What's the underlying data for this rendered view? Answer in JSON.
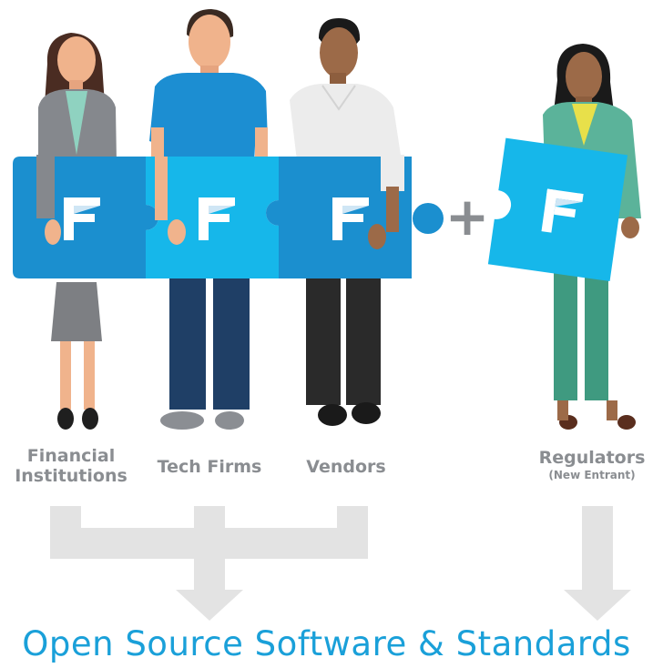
{
  "groups": {
    "financial": {
      "line1": "Financial",
      "line2": "Institutions"
    },
    "tech": {
      "label": "Tech Firms"
    },
    "vendors": {
      "label": "Vendors"
    },
    "regulators": {
      "label": "Regulators",
      "sublabel": "(New Entrant)"
    }
  },
  "plus_symbol": "+",
  "footer": {
    "title": "Open Source Software & Standards"
  },
  "colors": {
    "puzzle_dark": "#1b8fcf",
    "puzzle_light": "#16b7ea",
    "label_gray": "#8a8d91",
    "arrow_gray": "#e3e3e3",
    "title_blue": "#1aa0d9"
  },
  "icons": [
    "person-figure",
    "puzzle-piece",
    "f-logo",
    "plus-icon",
    "down-arrow"
  ]
}
